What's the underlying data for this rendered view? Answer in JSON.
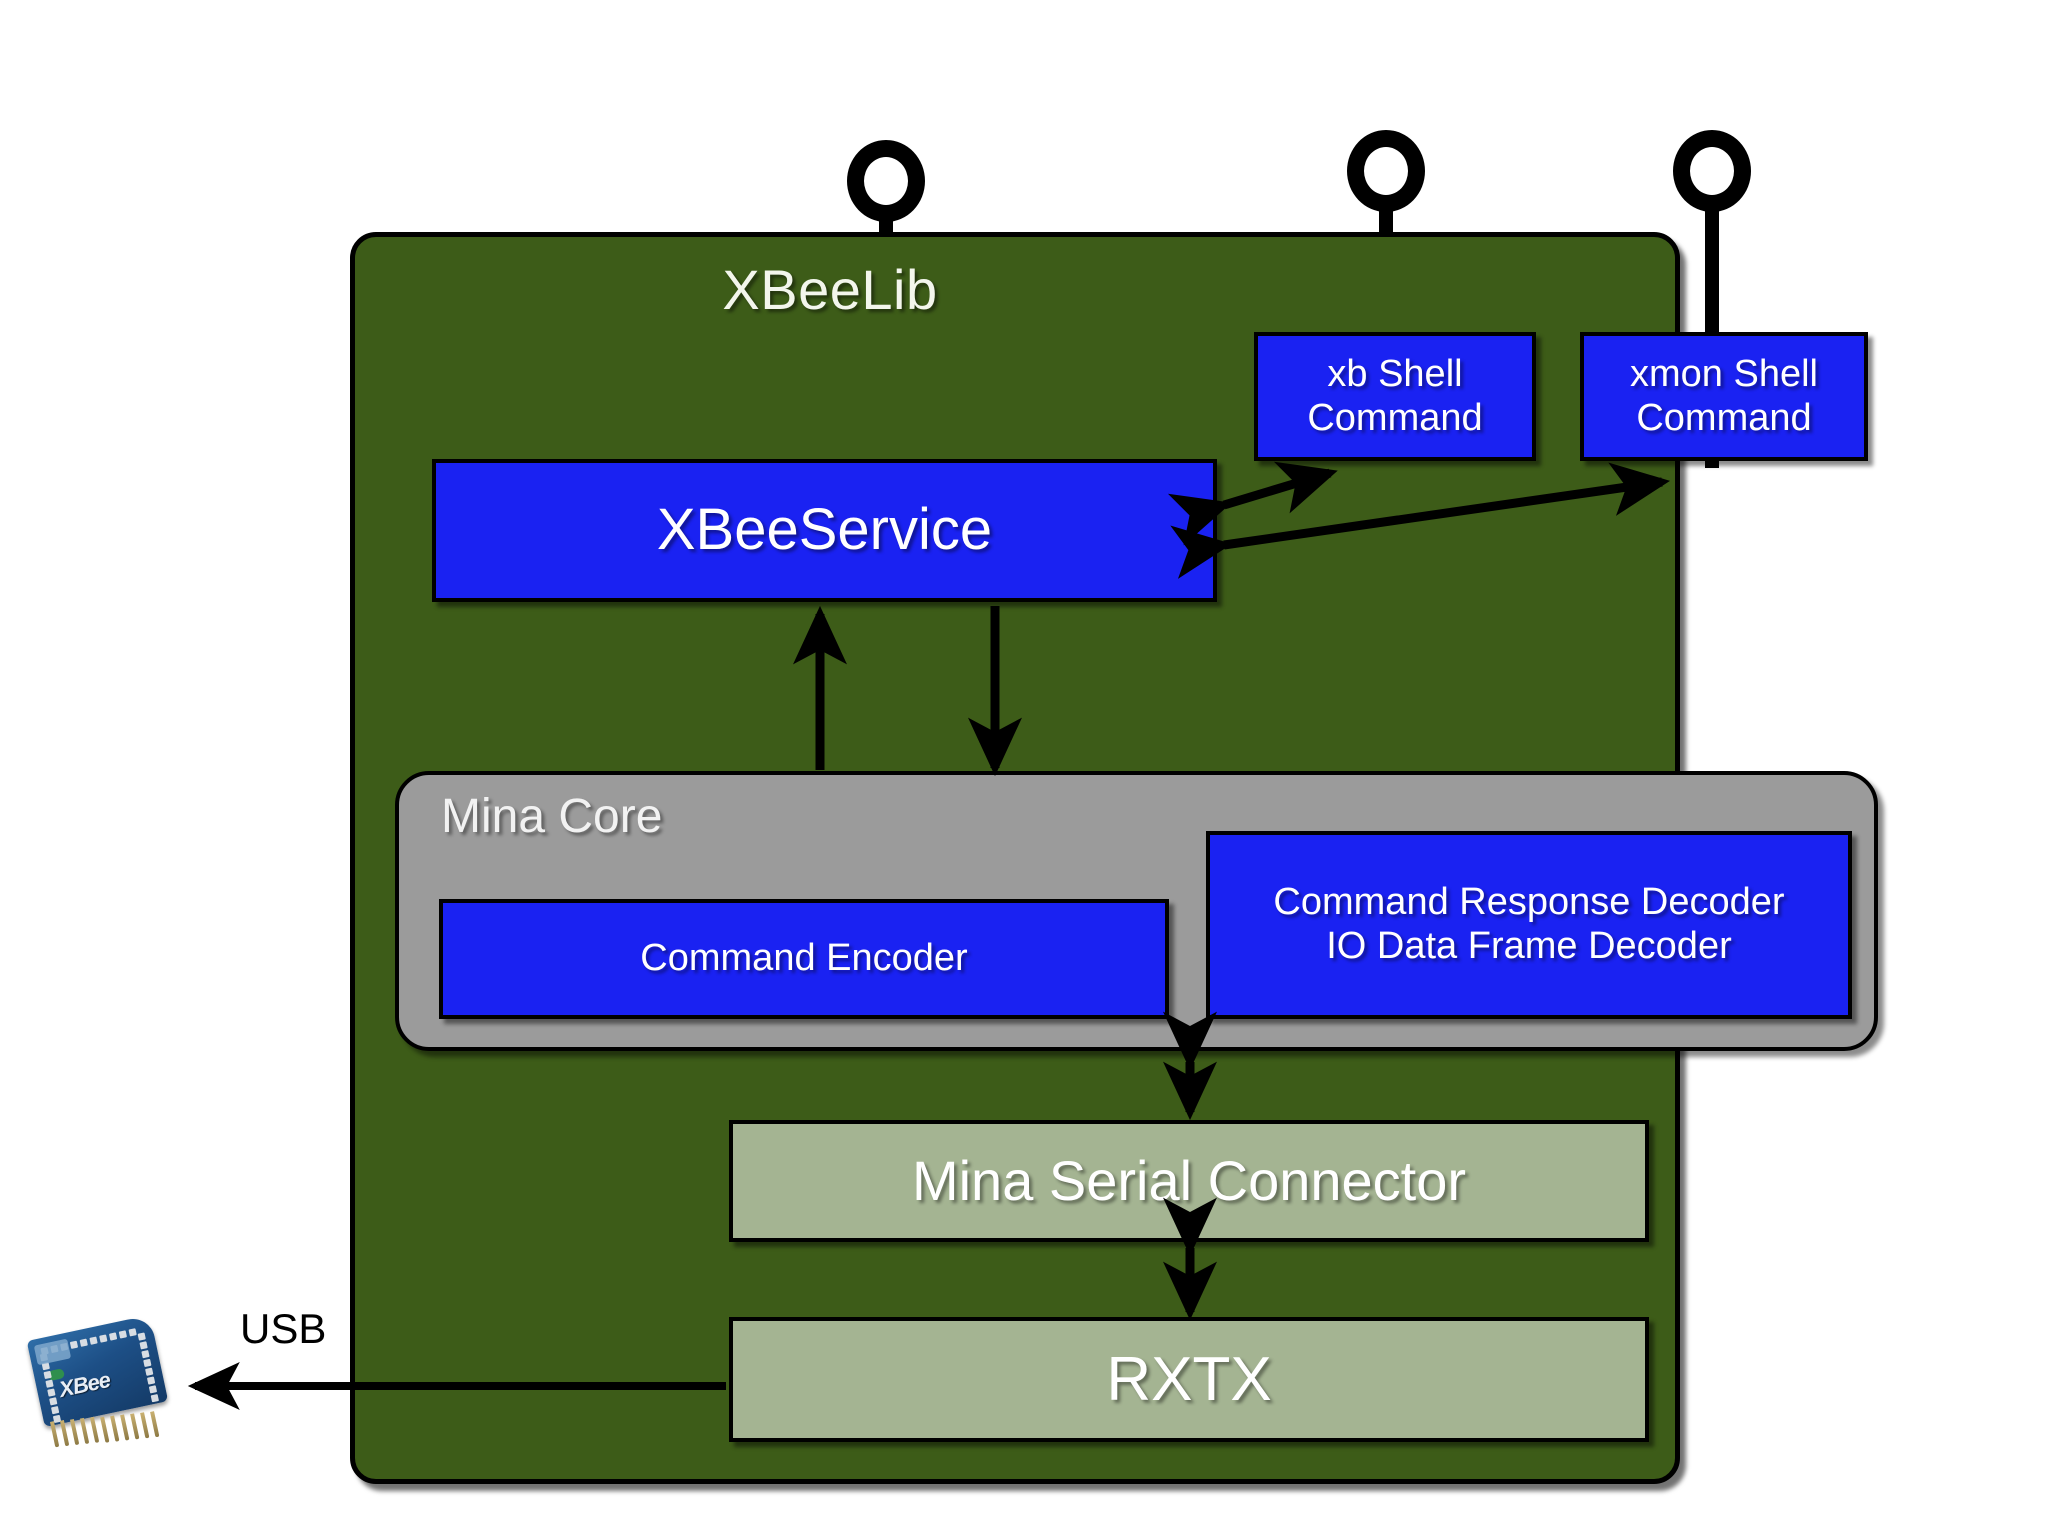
{
  "diagram": {
    "title": "XBeeLib",
    "container_color": "#3d5c18",
    "component_color": "#1a22f2",
    "core_color": "#9b9b9b",
    "transport_color": "#a4b492"
  },
  "interfaces": [
    {
      "name": "xbeeservice-interface"
    },
    {
      "name": "xb-shell-interface"
    },
    {
      "name": "xmon-shell-interface"
    }
  ],
  "components": {
    "xbee_service": {
      "label": "XBeeService"
    },
    "xb_shell": {
      "label_line1": "xb Shell",
      "label_line2": "Command"
    },
    "xmon_shell": {
      "label_line1": "xmon Shell",
      "label_line2": "Command"
    },
    "mina_core": {
      "label": "Mina Core"
    },
    "command_encoder": {
      "label": "Command Encoder"
    },
    "decoder": {
      "label_line1": "Command Response Decoder",
      "label_line2": "IO Data Frame Decoder"
    },
    "mina_serial_connector": {
      "label": "Mina Serial Connector"
    },
    "rxtx": {
      "label": "RXTX"
    }
  },
  "connections": {
    "usb_label": "USB"
  },
  "device": {
    "label": "XBee"
  }
}
